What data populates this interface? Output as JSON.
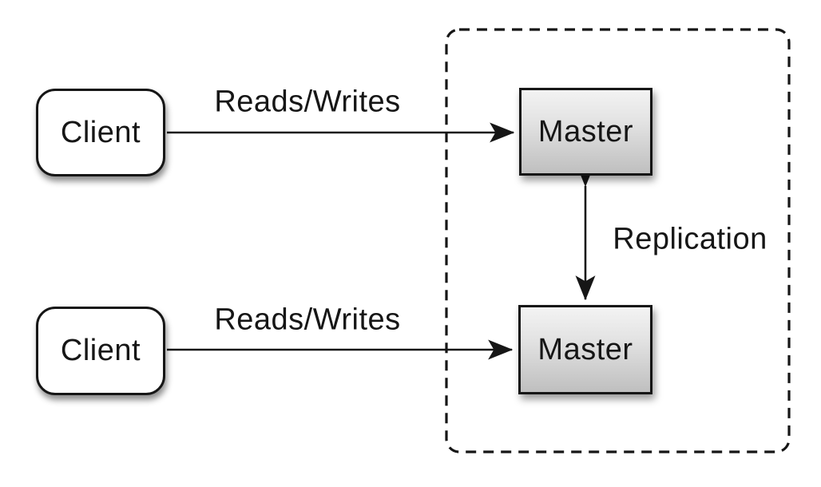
{
  "diagram": {
    "type": "architecture-diagram",
    "topic": "master-master replication",
    "nodes": [
      {
        "id": "client-top",
        "label": "Client",
        "shape": "rounded-rectangle"
      },
      {
        "id": "client-bottom",
        "label": "Client",
        "shape": "rounded-rectangle"
      },
      {
        "id": "master-top",
        "label": "Master",
        "shape": "rectangle"
      },
      {
        "id": "master-bottom",
        "label": "Master",
        "shape": "rectangle"
      }
    ],
    "edges": [
      {
        "from": "client-top",
        "to": "master-top",
        "label": "Reads/Writes",
        "direction": "one-way"
      },
      {
        "from": "client-bottom",
        "to": "master-bottom",
        "label": "Reads/Writes",
        "direction": "one-way"
      },
      {
        "from": "master-top",
        "to": "master-bottom",
        "label": "Replication",
        "direction": "two-way"
      }
    ],
    "groups": [
      {
        "id": "masters-group",
        "style": "dashed-rounded-rectangle",
        "contains": [
          "master-top",
          "master-bottom"
        ]
      }
    ],
    "colors": {
      "background": "#ffffff",
      "ink": "#161616",
      "client_fill": "#ffffff",
      "master_fill_top": "#f3f3f3",
      "master_fill_bottom": "#bfbfbf"
    }
  }
}
